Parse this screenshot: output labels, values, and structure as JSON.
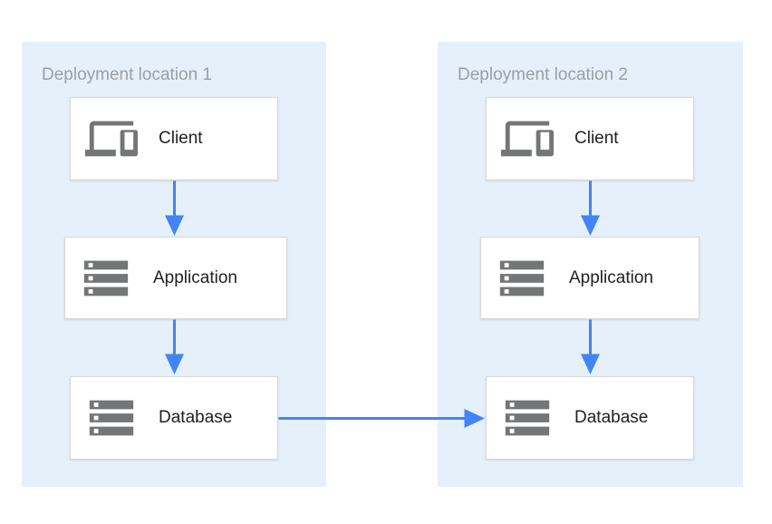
{
  "diagram": {
    "panels": [
      {
        "title": "Deployment location 1",
        "nodes": [
          {
            "label": "Client",
            "icon": "devices-icon"
          },
          {
            "label": "Application",
            "icon": "storage-icon"
          },
          {
            "label": "Database",
            "icon": "storage-icon"
          }
        ]
      },
      {
        "title": "Deployment location 2",
        "nodes": [
          {
            "label": "Client",
            "icon": "devices-icon"
          },
          {
            "label": "Application",
            "icon": "storage-icon"
          },
          {
            "label": "Database",
            "icon": "storage-icon"
          }
        ]
      }
    ],
    "connections": [
      {
        "from": "Client (location 1)",
        "to": "Application (location 1)",
        "direction": "down"
      },
      {
        "from": "Application (location 1)",
        "to": "Database (location 1)",
        "direction": "down"
      },
      {
        "from": "Client (location 2)",
        "to": "Application (location 2)",
        "direction": "down"
      },
      {
        "from": "Application (location 2)",
        "to": "Database (location 2)",
        "direction": "down"
      },
      {
        "from": "Database (location 1)",
        "to": "Database (location 2)",
        "direction": "right"
      }
    ]
  },
  "colors": {
    "canvas_bg": "#ffffff",
    "panel_bg": "#e6f0fb",
    "node_bg": "#ffffff",
    "node_border": "#d8d8d8",
    "arrow": "#4285f4",
    "icon_gray": "#737577",
    "panel_title_text": "#9aa0a6",
    "node_label_text": "#212121"
  }
}
